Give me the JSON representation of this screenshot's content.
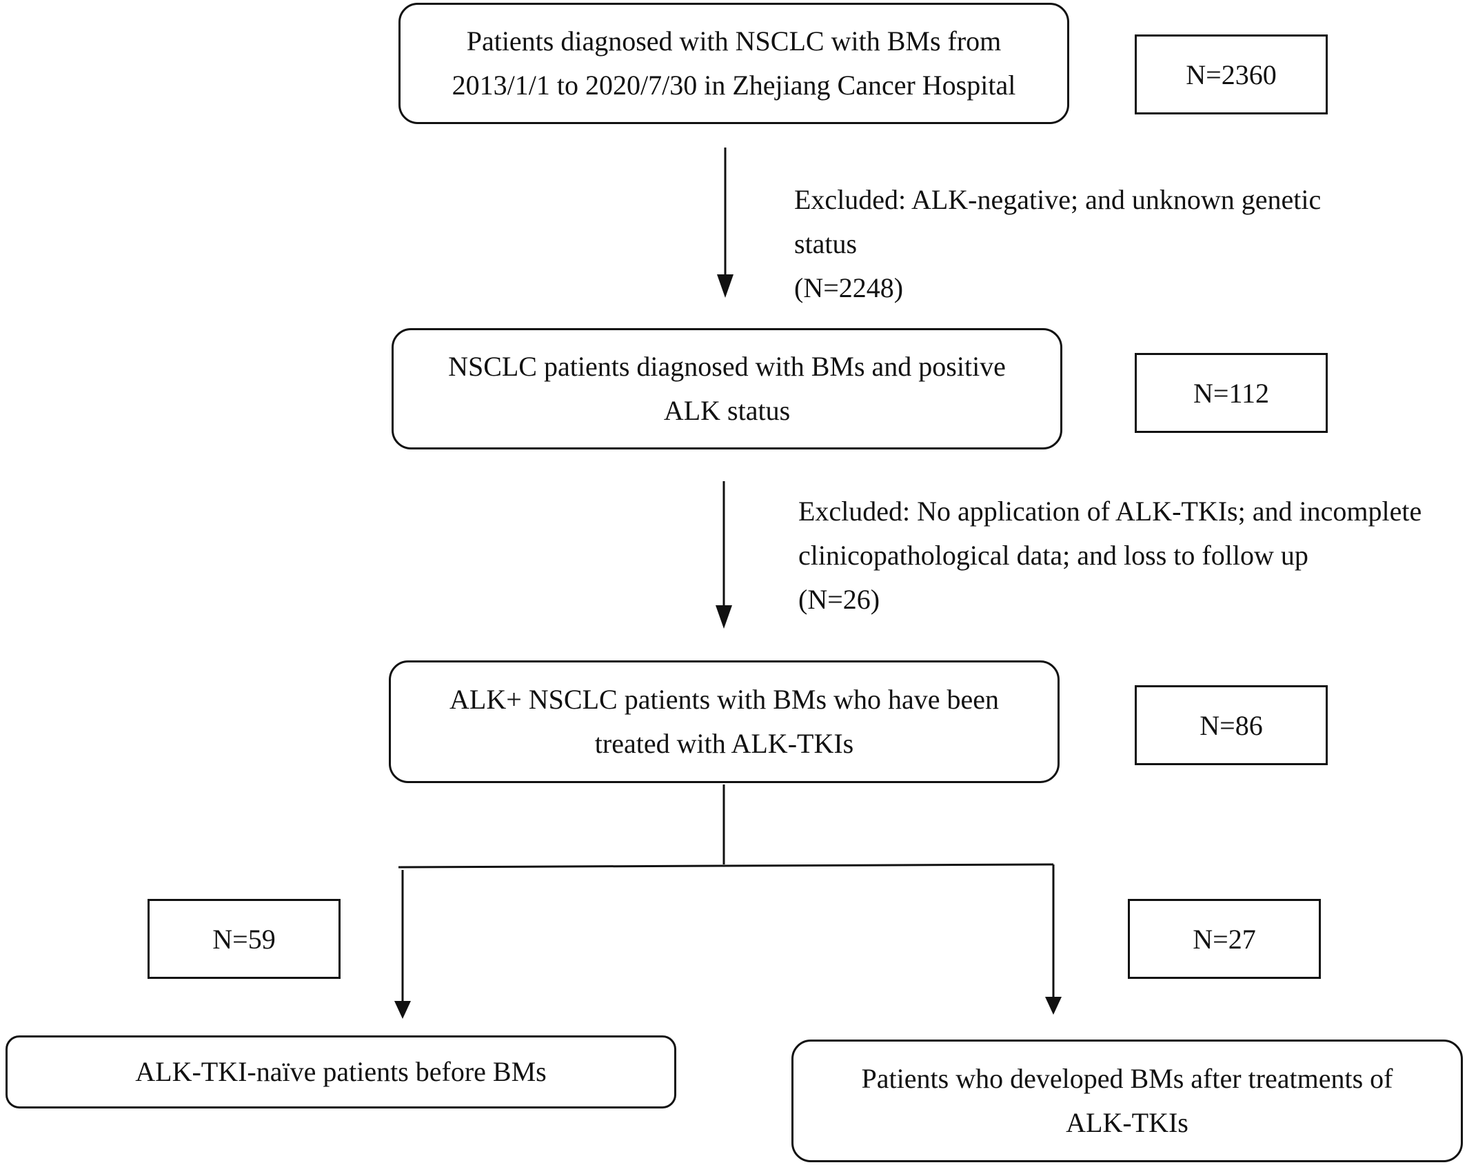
{
  "nodes": {
    "all_patients": {
      "line1": "Patients diagnosed with NSCLC with BMs from",
      "line2": "2013/1/1 to 2020/7/30 in Zhejiang Cancer Hospital",
      "count": "N=2360"
    },
    "alk_positive": {
      "line1": "NSCLC patients diagnosed with BMs and positive",
      "line2": "ALK status",
      "count": "N=112"
    },
    "treated": {
      "line1": "ALK+ NSCLC patients with BMs who have been",
      "line2": "treated with ALK-TKIs",
      "count": "N=86"
    },
    "naive": {
      "line1": "ALK-TKI-naïve patients before BMs",
      "count": "N=59"
    },
    "developed": {
      "line1": "Patients who developed BMs after treatments of",
      "line2": "ALK-TKIs",
      "count": "N=27"
    }
  },
  "exclusions": {
    "first": {
      "line1": "Excluded: ALK-negative; and unknown genetic",
      "line2": "status",
      "line3": "(N=2248)"
    },
    "second": {
      "line1": "Excluded: No application of ALK-TKIs; and incomplete",
      "line2": "clinicopathological data; and loss to follow up",
      "line3": "(N=26)"
    }
  },
  "colors": {
    "line": "#111111",
    "background": "#ffffff"
  }
}
